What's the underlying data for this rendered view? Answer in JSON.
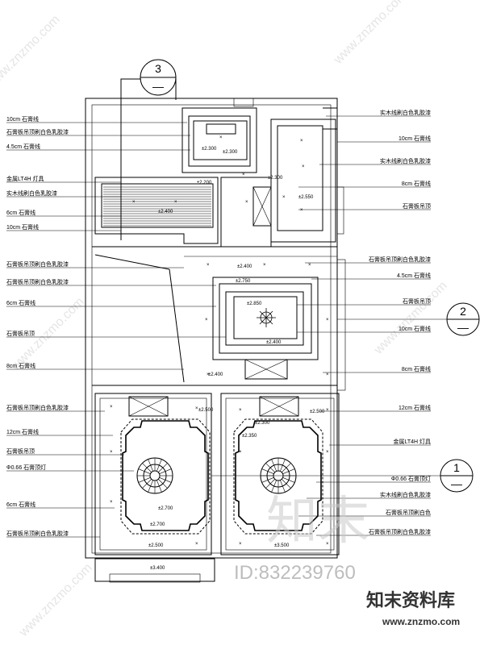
{
  "left_labels": [
    "10cm 石膏线",
    "石膏板吊顶刷白色乳胶漆",
    "4.5cm 石膏线",
    "金属LT4H 灯具",
    "实木线刷白色乳胶漆",
    "6cm 石膏线",
    "10cm 石膏线",
    "石膏板吊顶刷白色乳胶漆",
    "石膏板吊顶刷白色乳胶漆",
    "6cm 石膏线",
    "石膏板吊顶",
    "8cm 石膏线",
    "石膏板吊顶刷白色乳胶漆",
    "12cm 石膏线",
    "石膏板吊顶",
    "Φ0.66 石膏顶灯",
    "6cm 石膏线",
    "石膏板吊顶刷白色乳胶漆"
  ],
  "right_labels": [
    "实木线刷白色乳胶漆",
    "10cm 石膏线",
    "实木线刷白色乳胶漆",
    "8cm 石膏线",
    "石膏板吊顶",
    "石膏板吊顶刷白色乳胶漆",
    "4.5cm 石膏线",
    "石膏板吊顶",
    "10cm 石膏线",
    "8cm 石膏线",
    "12cm 石膏线",
    "金属LT4H 灯具",
    "Φ0.66 石膏顶灯",
    "实木线刷白色乳胶漆",
    "石膏板吊顶刷白色",
    "石膏板吊顶刷白色乳胶漆"
  ],
  "elevations": [
    "±2.300",
    "±2.300",
    "±2.200",
    "±2.300",
    "±2.550",
    "±2.400",
    "±2.400",
    "±2.400",
    "±2.750",
    "±2.850",
    "±2.400",
    "±2.500",
    "±2.500",
    "±2.350",
    "±2.700",
    "±2.300",
    "±2.700",
    "±2.500",
    "±3.500",
    "±3.400"
  ],
  "section_markers": [
    {
      "number": "3",
      "sheet": "—"
    },
    {
      "number": "2",
      "sheet": "—"
    },
    {
      "number": "1",
      "sheet": "—"
    }
  ],
  "watermark": {
    "id_text": "ID:832239760",
    "brand_cn": "知末资料库",
    "brand_url": "www.znzmo.com",
    "big_logo": "知末",
    "diag_text": "www.znzmo.com"
  }
}
